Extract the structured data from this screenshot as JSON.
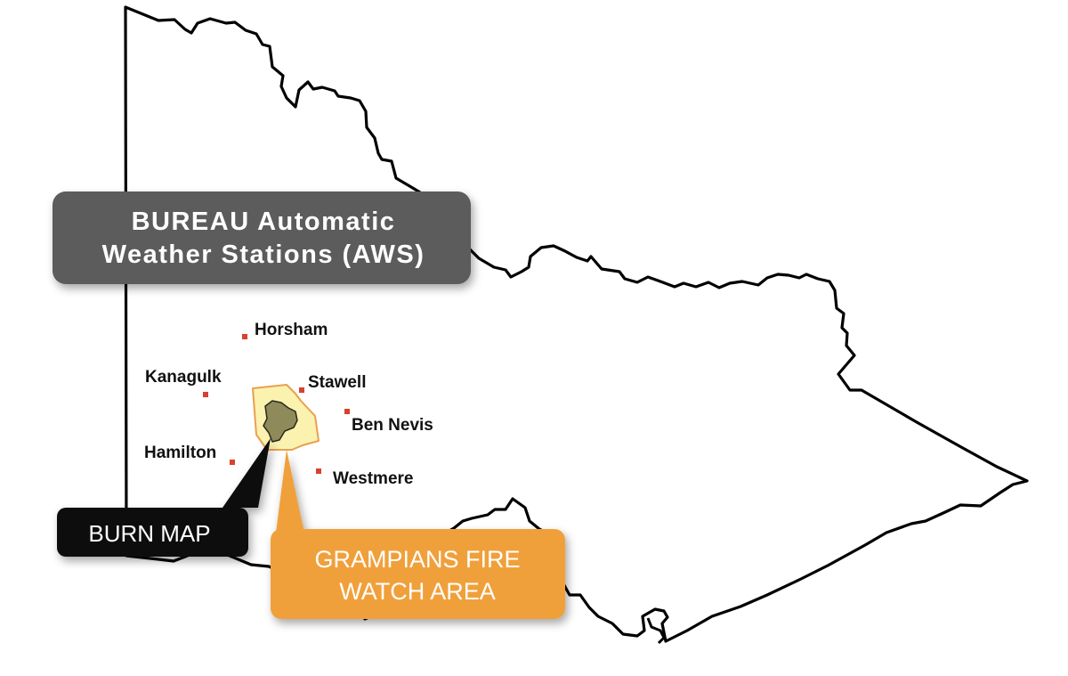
{
  "map": {
    "region": "Victoria"
  },
  "aws_callout": {
    "line1": "BUREAU Automatic",
    "line2": "Weather Stations (AWS)",
    "fill": "#5b5b5b",
    "text_color": "#ffffff"
  },
  "stations": [
    {
      "name": "Horsham"
    },
    {
      "name": "Kanagulk"
    },
    {
      "name": "Stawell"
    },
    {
      "name": "Ben Nevis"
    },
    {
      "name": "Hamilton"
    },
    {
      "name": "Westmere"
    }
  ],
  "station_marker_color": "#d8412f",
  "burn_map_callout": {
    "label": "BURN MAP",
    "fill": "#0c0c0c",
    "text_color": "#ffffff"
  },
  "fire_watch_callout": {
    "line1": "GRAMPIANS FIRE",
    "line2": "WATCH AREA",
    "fill": "#f0a03a",
    "text_color": "#ffffff"
  },
  "fire_watch_area_fill": "#fbf2b0",
  "fire_watch_area_outline": "#e8a050",
  "burn_area_fill": "#8f8a5a"
}
